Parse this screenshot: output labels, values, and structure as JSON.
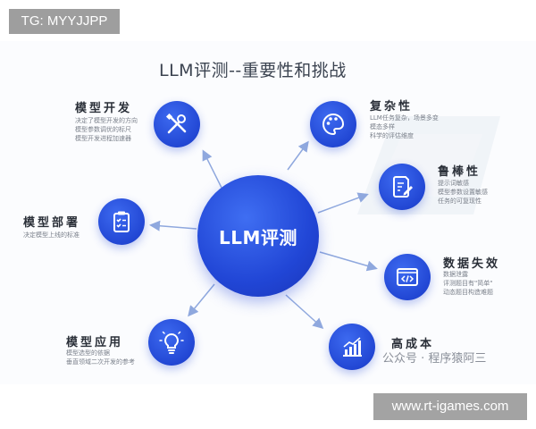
{
  "tag": "TG: MYYJJPP",
  "watermark": "www.rt-igames.com",
  "title": "LLM评测--重要性和挑战",
  "center_label": "LLM评测",
  "footer_credit": "公众号 · 程序猿阿三",
  "nodes": [
    {
      "title": "模型开发",
      "lines": [
        "决定了模型开发的方向",
        "模型参数调优的标尺",
        "模型开发进程加速器"
      ],
      "icon": "tools-icon"
    },
    {
      "title": "模型部署",
      "lines": [
        "决定模型上线的标准"
      ],
      "icon": "clipboard-checklist-icon"
    },
    {
      "title": "模型应用",
      "lines": [
        "模型选型的依据",
        "垂直领域二次开发的参考"
      ],
      "icon": "lightbulb-icon"
    },
    {
      "title": "复杂性",
      "lines": [
        "LLM任务复杂，场景多变",
        "模态多样",
        "科学的评估维度"
      ],
      "icon": "palette-icon"
    },
    {
      "title": "鲁棒性",
      "lines": [
        "提示词敏感",
        "模型参数设置敏感",
        "任务的可复现性"
      ],
      "icon": "document-edit-icon"
    },
    {
      "title": "数据失效",
      "lines": [
        "数据泄露",
        "评测题目有\"简单\"",
        "动态题目构造难题"
      ],
      "icon": "code-window-icon"
    },
    {
      "title": "高成本",
      "lines": [],
      "icon": "growth-chart-icon"
    }
  ],
  "colors": {
    "accent": "#2247d4",
    "arrow": "#8fa8de"
  }
}
